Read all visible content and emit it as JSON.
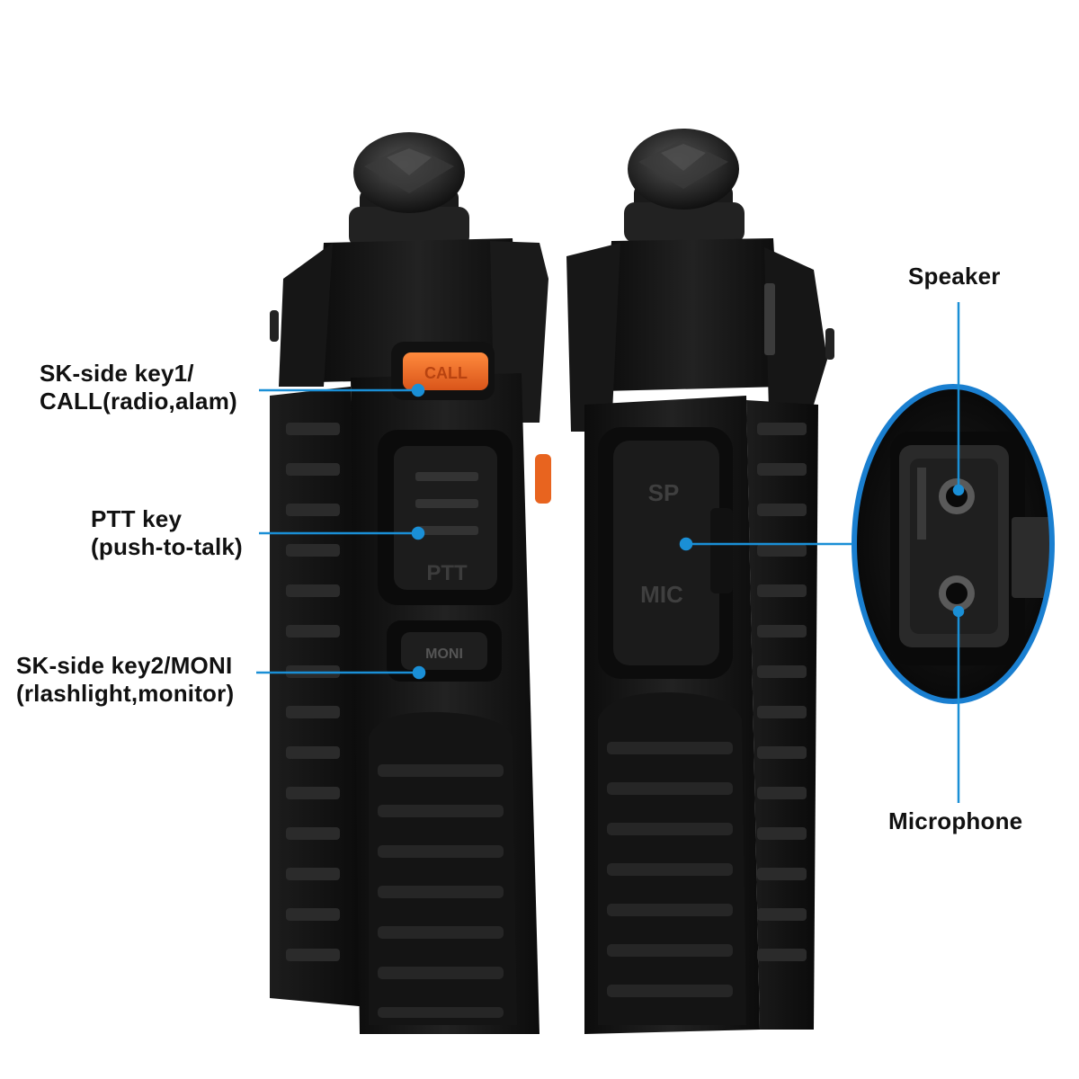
{
  "callouts": {
    "side_key1": {
      "line1": "SK-side key1/",
      "line2": "CALL(radio,alam)"
    },
    "ptt_key": {
      "line1": "PTT key",
      "line2": "(push-to-talk)"
    },
    "side_key2": {
      "line1": "SK-side key2/MONI",
      "line2": "(rlashlight,monitor)"
    },
    "speaker": "Speaker",
    "microphone": "Microphone"
  },
  "radio_left": {
    "call_button_text": "CALL",
    "ptt_text": "PTT",
    "moni_text": "MONI"
  },
  "radio_right": {
    "jack_cover_top": "SP",
    "jack_cover_bottom": "MIC"
  },
  "colors": {
    "callout_line": "#1a8fd6",
    "radio_body": "#141414",
    "call_button": "#f26a1f",
    "zoom_border": "#1a7fd0"
  }
}
